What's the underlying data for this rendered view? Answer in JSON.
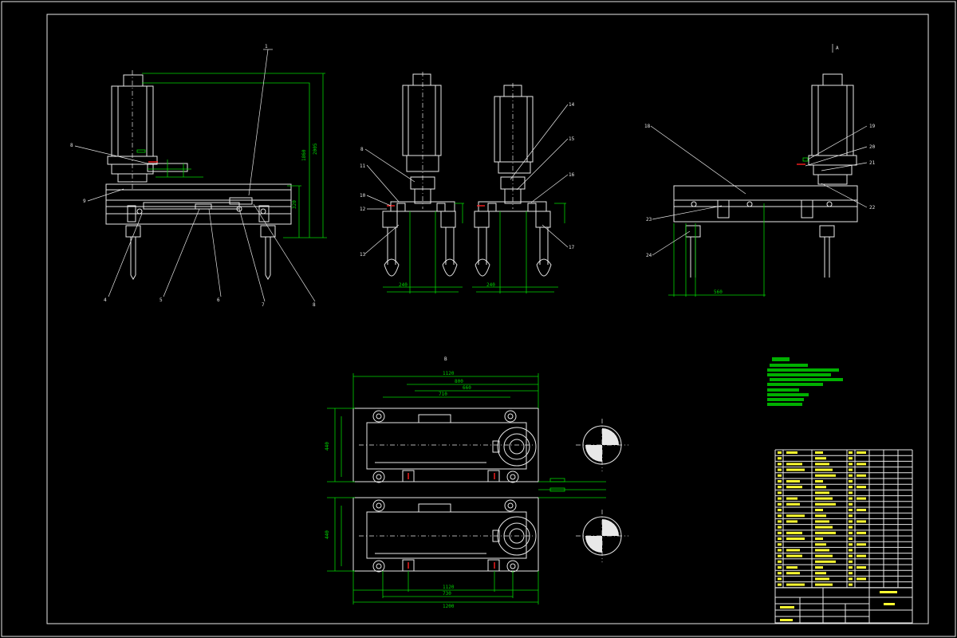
{
  "views": {
    "front": {
      "balloons": [
        "1",
        "8",
        "9",
        "4",
        "5",
        "6",
        "7",
        "8"
      ]
    },
    "side": {
      "balloons": [
        "8",
        "11",
        "10",
        "12",
        "13",
        "14",
        "15",
        "16",
        "17"
      ]
    },
    "right": {
      "title": "A",
      "balloons": [
        "18",
        "19",
        "20",
        "21",
        "22",
        "23",
        "24"
      ]
    },
    "plan": {
      "title": "B"
    }
  },
  "colors": {
    "background": "#000000",
    "geometry": "#e8e8e8",
    "dimension": "#00d400",
    "highlight": "#ff2020",
    "text": "#ffff30"
  }
}
